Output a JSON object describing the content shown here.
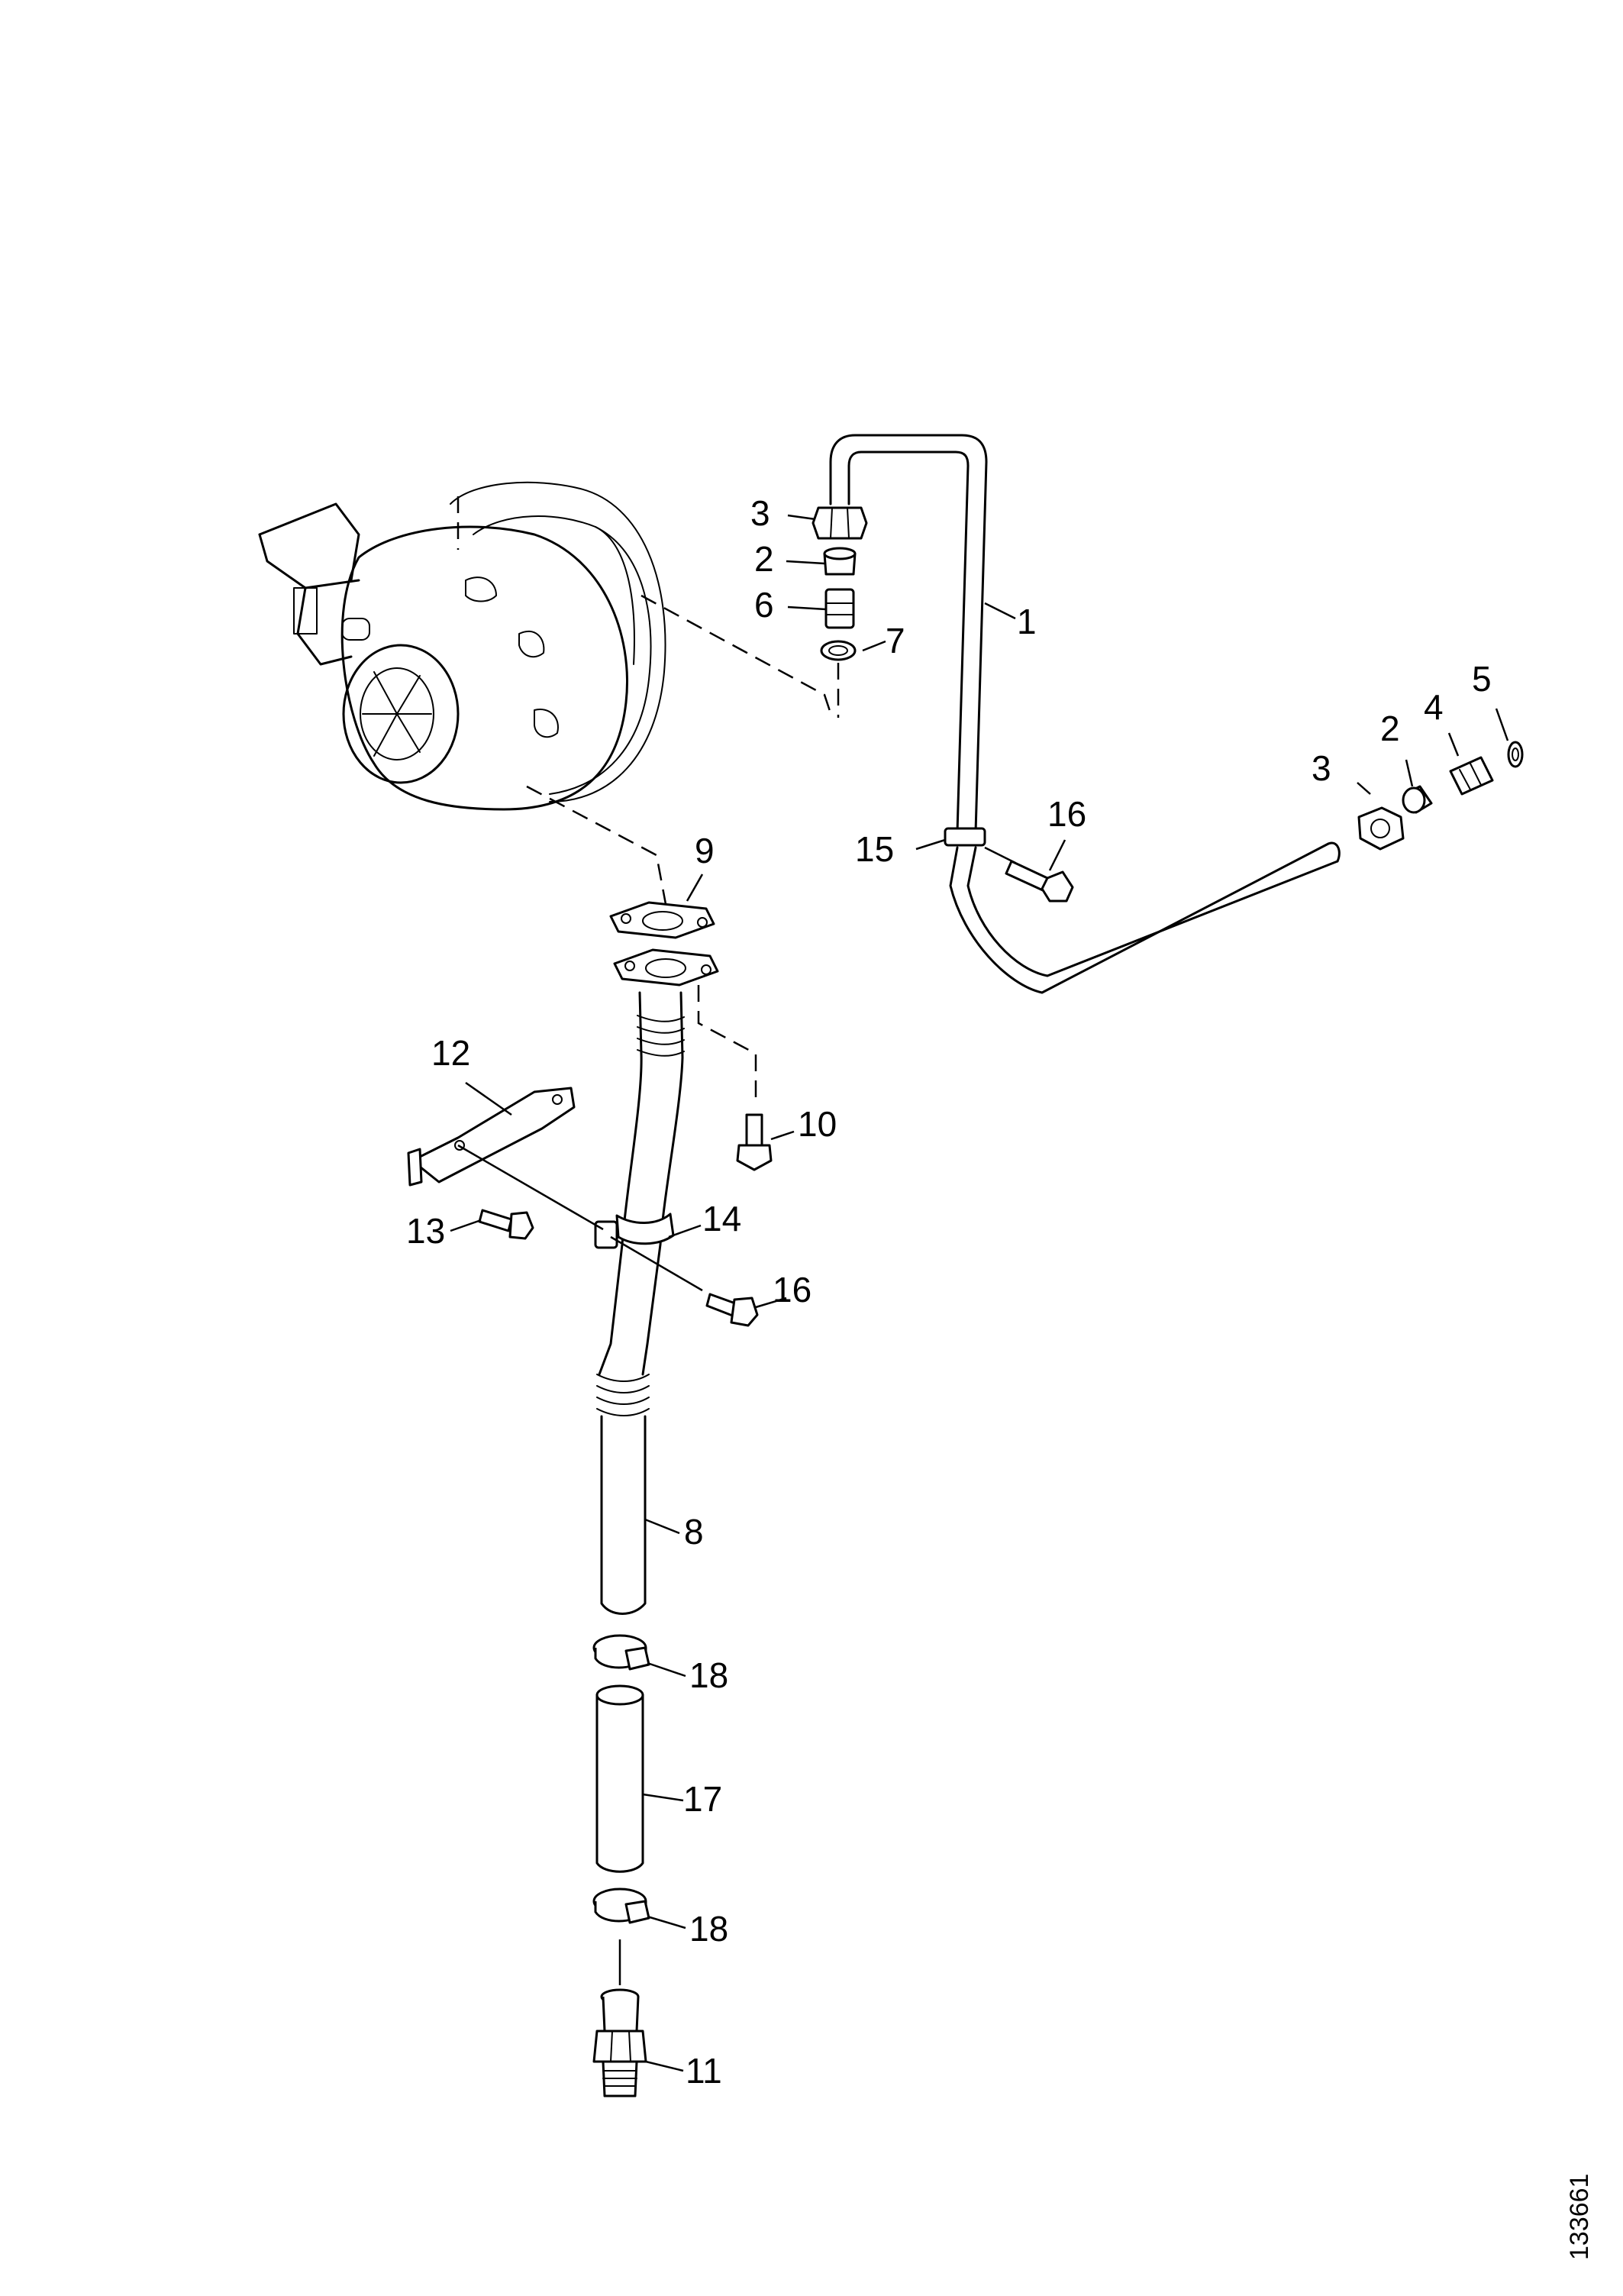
{
  "labels": {
    "p1": "1",
    "p2a": "2",
    "p2b": "2",
    "p3a": "3",
    "p3b": "3",
    "p4": "4",
    "p5": "5",
    "p6": "6",
    "p7": "7",
    "p8": "8",
    "p9": "9",
    "p10": "10",
    "p11": "11",
    "p12": "12",
    "p13": "13",
    "p14": "14",
    "p15": "15",
    "p16a": "16",
    "p16b": "16",
    "p17": "17",
    "p18a": "18",
    "p18b": "18"
  },
  "figure_code": "133661"
}
